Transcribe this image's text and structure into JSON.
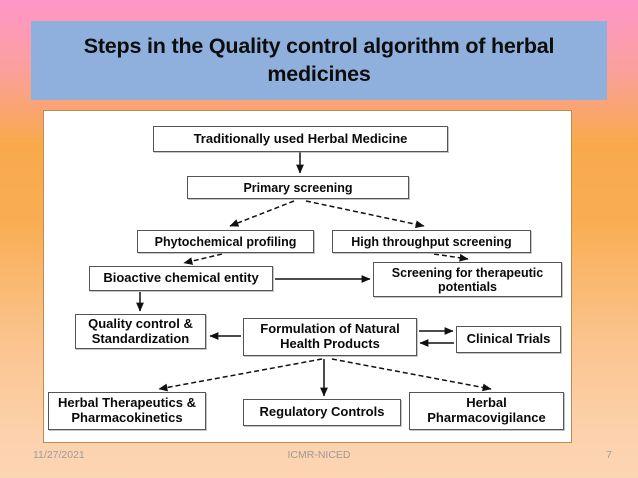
{
  "slide": {
    "title": "Steps in the Quality control algorithm of herbal medicines",
    "background_top_color": "#ff96c8",
    "background_bottom_color": "#fcd5b3",
    "title_banner_color": "#8fb0dd"
  },
  "diagram": {
    "type": "flowchart",
    "frame_background": "#ffffff",
    "frame_border_color": "#b98f4f",
    "nodes": [
      {
        "id": "traditional",
        "label": "Traditionally used Herbal Medicine"
      },
      {
        "id": "primary",
        "label": "Primary screening"
      },
      {
        "id": "phyto",
        "label": "Phytochemical profiling"
      },
      {
        "id": "hts",
        "label": "High throughput screening"
      },
      {
        "id": "bioactive",
        "label": "Bioactive chemical entity"
      },
      {
        "id": "screening_ther",
        "label": "Screening for therapeutic potentials"
      },
      {
        "id": "quality",
        "label": "Quality control & Standardization"
      },
      {
        "id": "formulation",
        "label": "Formulation of Natural Health Products"
      },
      {
        "id": "clinical",
        "label": "Clinical Trials"
      },
      {
        "id": "herbal_thera",
        "label": "Herbal Therapeutics & Pharmacokinetics"
      },
      {
        "id": "regulatory",
        "label": "Regulatory Controls"
      },
      {
        "id": "pharmacovig",
        "label": "Herbal Pharmacovigilance"
      }
    ],
    "edges": [
      {
        "from": "traditional",
        "to": "primary",
        "style": "solid"
      },
      {
        "from": "primary",
        "to": "phyto",
        "style": "dashed"
      },
      {
        "from": "primary",
        "to": "hts",
        "style": "dashed"
      },
      {
        "from": "phyto",
        "to": "bioactive",
        "style": "dashed"
      },
      {
        "from": "hts",
        "to": "screening_ther",
        "style": "dashed"
      },
      {
        "from": "bioactive",
        "to": "screening_ther",
        "style": "solid"
      },
      {
        "from": "bioactive",
        "to": "quality",
        "style": "solid"
      },
      {
        "from": "formulation",
        "to": "quality",
        "style": "solid"
      },
      {
        "from": "formulation",
        "to": "clinical",
        "style": "solid"
      },
      {
        "from": "clinical",
        "to": "formulation",
        "style": "solid"
      },
      {
        "from": "formulation",
        "to": "herbal_thera",
        "style": "dashed"
      },
      {
        "from": "formulation",
        "to": "regulatory",
        "style": "solid"
      },
      {
        "from": "formulation",
        "to": "pharmacovig",
        "style": "dashed"
      }
    ]
  },
  "footer": {
    "date": "11/27/2021",
    "organization": "ICMR-NICED",
    "page_number": "7"
  }
}
